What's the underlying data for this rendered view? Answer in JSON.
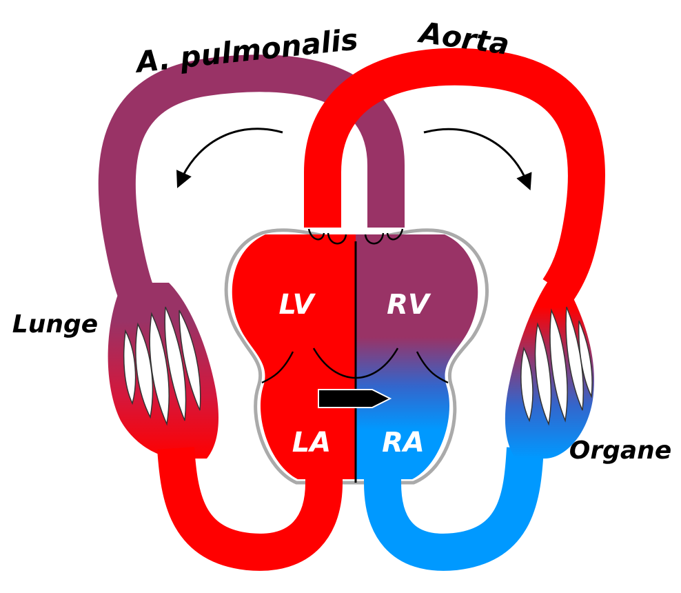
{
  "labels": {
    "pulmonary": "A. pulmonalis",
    "aorta": "Aorta",
    "lung": "Lunge",
    "organs": "Organe",
    "lv": "LV",
    "rv": "RV",
    "la": "LA",
    "ra": "RA"
  },
  "colors": {
    "oxygenated": "#ff0000",
    "mixed": "#993366",
    "deoxygenated": "#0099ff",
    "transition_blue": "#3366cc",
    "outline": "#000000",
    "background": "#ffffff"
  }
}
